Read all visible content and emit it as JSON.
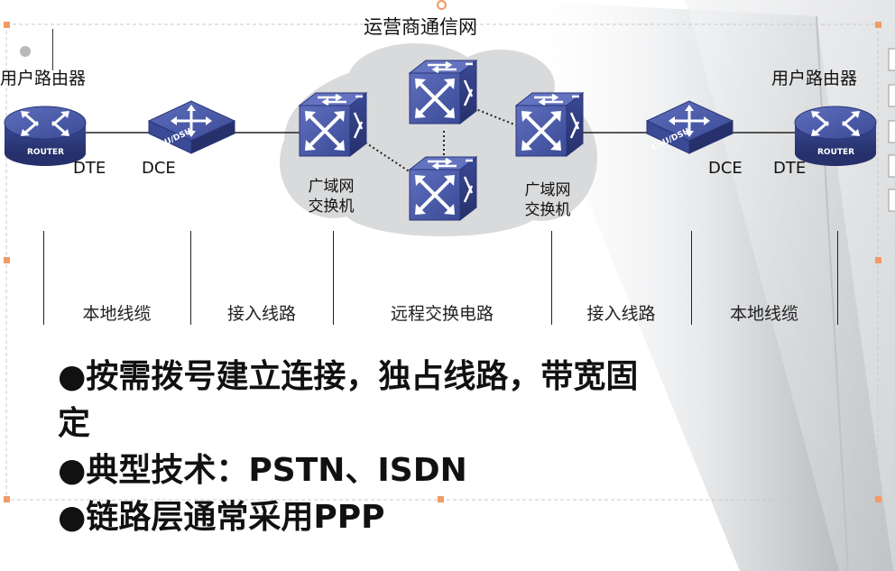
{
  "diagram": {
    "cloud_title": "运营商通信网",
    "left_router_title": "用户路由器",
    "right_router_title": "用户路由器",
    "router_text": "ROUTER",
    "csu_text": "CSU/DSU",
    "left_dte": "DTE",
    "left_dce": "DCE",
    "right_dce": "DCE",
    "right_dte": "DTE",
    "left_switch_label": [
      "广域网",
      "交换机"
    ],
    "right_switch_label": [
      "广域网",
      "交换机"
    ],
    "segments": [
      "本地线缆",
      "接入线路",
      "远程交换电路",
      "接入线路",
      "本地线缆"
    ]
  },
  "bullets": [
    "●按需拨号建立连接，独占线路，带宽固",
    "定",
    "●典型技术：PSTN、ISDN",
    "●链路层通常采用PPP"
  ],
  "colors": {
    "device_blue": "#3a4a96",
    "device_dark": "#2a3678",
    "cloud": "#d9dadb",
    "handle": "#f29b63"
  }
}
